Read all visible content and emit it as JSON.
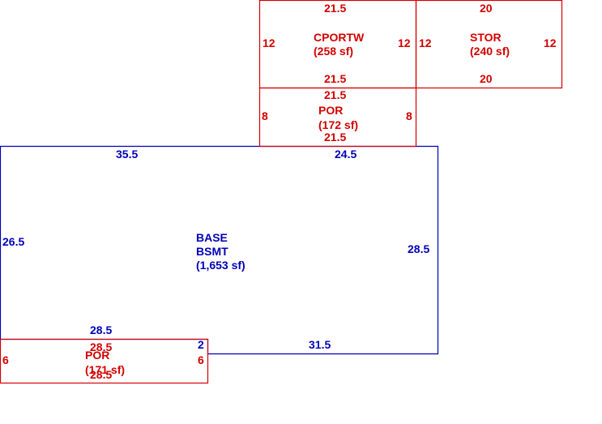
{
  "colors": {
    "red": "#d40000",
    "blue": "#0000b8",
    "background": "#ffffff"
  },
  "areas": {
    "cportw": {
      "name": "CPORTW",
      "area": "(258 sf)",
      "dims": {
        "top": "21.5",
        "bottom": "21.5",
        "left": "12",
        "right": "12"
      }
    },
    "stor": {
      "name": "STOR",
      "area": "(240 sf)",
      "dims": {
        "top": "20",
        "bottom": "20",
        "left": "12",
        "right": "12"
      }
    },
    "por_top": {
      "name": "POR",
      "area": "(172 sf)",
      "dims": {
        "top": "21.5",
        "bottom": "21.5",
        "left": "8",
        "right": "8"
      }
    },
    "base": {
      "name": "BASE",
      "subname": "BSMT",
      "area": "(1,653 sf)",
      "dims": {
        "top_left": "35.5",
        "top_right": "24.5",
        "left": "26.5",
        "right": "28.5",
        "bottom_left": "28.5",
        "bottom_notch": "2",
        "bottom_right": "31.5"
      }
    },
    "por_bottom": {
      "name": "POR",
      "area": "(171 sf)",
      "dims": {
        "top": "28.5",
        "bottom": "28.5",
        "left": "6",
        "right": "6"
      }
    }
  }
}
